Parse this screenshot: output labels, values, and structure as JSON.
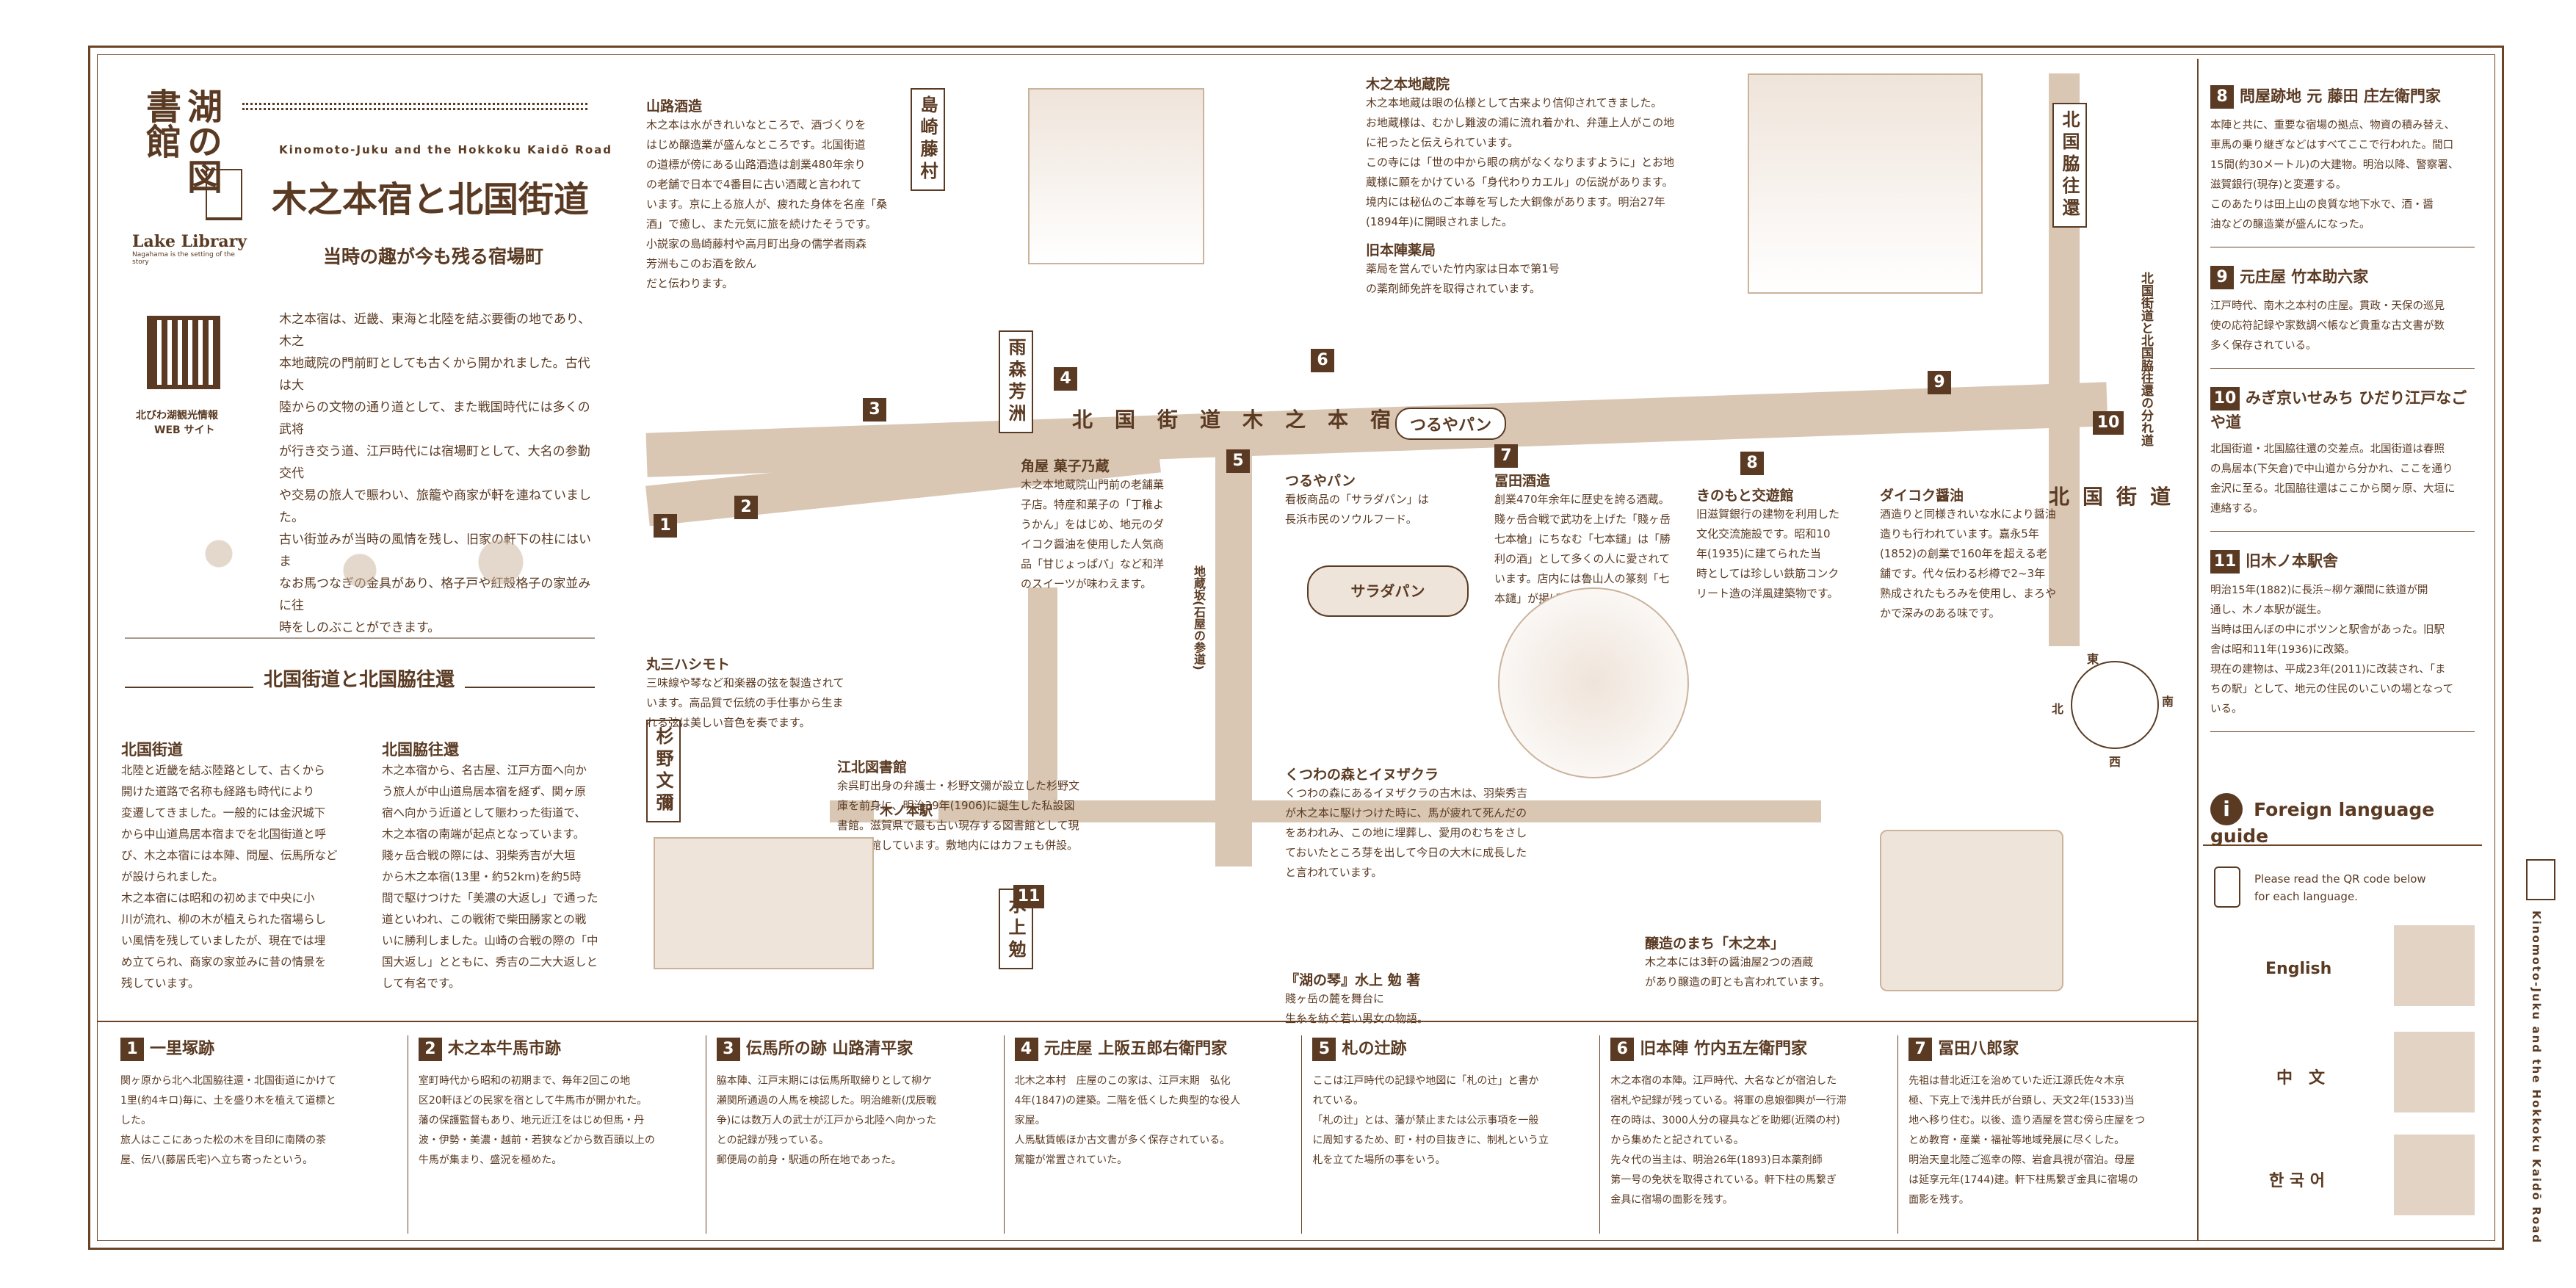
{
  "logo": {
    "name": "湖の図書館",
    "sub": "Lake Library",
    "tagline": "Nagahama is the setting of the story"
  },
  "header": {
    "en_title": "Kinomoto-Juku and the Hokkoku Kaidō Road",
    "title": "木之本宿と北国街道",
    "subtitle": "当時の趣が今も残る宿場町"
  },
  "qr": {
    "label_1": "北びわ湖観光情報",
    "label_2": "WEB サイト"
  },
  "intro": [
    "木之本宿は、近畿、東海と北陸を結ぶ要衝の地であり、木之",
    "本地蔵院の門前町としても古くから開かれました。古代は大",
    "陸からの文物の通り道として、また戦国時代には多くの武将",
    "が行き交う道、江戸時代には宿場町として、大名の参勤交代",
    "や交易の旅人で賑わい、旅籠や商家が軒を連ねていました。",
    "古い街並みが当時の風情を残し、旧家の軒下の柱にはいま",
    "なお馬つなぎの金具があり、格子戸や紅殻格子の家並みに往",
    "時をしのぶことができます。"
  ],
  "roads_section": {
    "title": "北国街道と北国脇往還",
    "hokkoku": {
      "title": "北国街道",
      "text": [
        "北陸と近畿を結ぶ陸路として、古くから",
        "開けた道路で名称も経路も時代により",
        "変遷してきました。一般的には金沢城下",
        "から中山道鳥居本宿までを北国街道と呼",
        "び、木之本宿には本陣、問屋、伝馬所など",
        "が設けられました。",
        "木之本宿には昭和の初めまで中央に小",
        "川が流れ、柳の木が植えられた宿場らし",
        "い風情を残していましたが、現在では埋",
        "め立てられ、商家の家並みに昔の情景を",
        "残しています。"
      ]
    },
    "waki": {
      "title": "北国脇往還",
      "text": [
        "木之本宿から、名古屋、江戸方面へ向か",
        "う旅人が中山道鳥居本宿を経ず、関ヶ原",
        "宿へ向かう近道として賑わった街道で、",
        "木之本宿の南端が起点となっています。",
        "賤ヶ岳合戦の際には、羽柴秀吉が大垣",
        "から木之本宿(13里・約52km)を約5時",
        "間で駆けつけた「美濃の大返し」で通った",
        "道といわれ、この戦術で柴田勝家との戦",
        "いに勝利しました。山崎の合戦の際の「中",
        "国大返し」とともに、秀吉の二大大返しと",
        "して有名です。"
      ]
    }
  },
  "map_labels": {
    "sanji": {
      "title": "山路酒造",
      "text": [
        "木之本は水がきれいなところで、酒づくりを",
        "はじめ醸造業が盛んなところです。北国街道",
        "の道標が傍にある山路酒造は創業480年余り",
        "の老舗で日本で4番目に古い酒蔵と言われて",
        "います。京に上る旅人が、疲れた身体を名産「桑",
        "酒」で癒し、また元気に旅を続けたそうです。",
        "小説家の島崎藤村や高月町出身の儒学者雨森",
        "芳洲もこのお酒を飲ん",
        "だと伝わります。"
      ]
    },
    "shimazaki": "島崎藤村",
    "amenomori": "雨森芳洲",
    "jizo": {
      "title": "木之本地蔵院",
      "text": [
        "木之本地蔵は眼の仏様として古来より信仰されてきました。",
        "お地蔵様は、むかし難波の浦に流れ着かれ、弁蓮上人がこの地",
        "に祀ったと伝えられています。",
        "この寺には「世の中から眼の病がなくなりますように」とお地",
        "蔵様に願をかけている「身代わりカエル」の伝説があります。",
        "境内には秘仏のご本尊を写した大銅像があります。明治27年",
        "(1894年)に開眼されました。"
      ]
    },
    "jinya": {
      "title": "旧本陣薬局",
      "text": [
        "薬局を営んでいた竹内家は日本で第1号",
        "の薬剤師免許を取得されています。"
      ]
    },
    "kaido": "北国街道木之本宿",
    "kadoya": {
      "title": "角屋 菓子乃蔵",
      "text": [
        "木之本地蔵院山門前の老舗菓",
        "子店。特産和菓子の「丁稚よ",
        "うかん」をはじめ、地元のダ",
        "イコク醤油を使用した人気商",
        "品「甘じょっぱパ」など和洋",
        "のスイーツが味わえます。"
      ]
    },
    "tsuruya": {
      "title": "つるやパン",
      "text": [
        "看板商品の「サラダパン」は",
        "長浜市民のソウルフード。"
      ],
      "sign": "つるやパン",
      "bread": "サラダパン"
    },
    "tomita": {
      "title": "冨田酒造",
      "text": [
        "創業470年余年に歴史を誇る酒蔵。",
        "賤ヶ岳合戦で武功を上げた「賤ヶ岳",
        "七本槍」にちなむ「七本鑓」は「勝",
        "利の酒」として多くの人に愛されて",
        "います。店内には魯山人の篆刻「七",
        "本鑓」が掲げられています。"
      ]
    },
    "kinomoto_kotsu": {
      "title": "きのもと交遊館",
      "text": [
        "旧滋賀銀行の建物を利用した",
        "文化交流施設です。昭和10",
        "年(1935)に建てられた当",
        "時としては珍しい鉄筋コンク",
        "リート造の洋風建築物です。"
      ]
    },
    "daikoku": {
      "title": "ダイコク醤油",
      "text": [
        "酒造りと同様きれいな水により醤油",
        "造りも行われています。嘉永5年",
        "(1852)の創業で160年を超える老",
        "舗です。代々伝わる杉樽で2~3年",
        "熟成されたもろみを使用し、まろや",
        "かで深みのある味です。"
      ]
    },
    "marumi": {
      "title": "丸三ハシモト",
      "text": [
        "三味線や琴など和楽器の弦を製造されて",
        "います。高品質で伝統の手仕事から生ま",
        "れる弦は美しい音色を奏でます。"
      ]
    },
    "ekoh": {
      "title": "江北図書館",
      "text": [
        "余呉町出身の弁護士・杉野文彌が設立した杉野文",
        "庫を前身に、明治39年(1906)に誕生した私設図",
        "書館。滋賀県で最も古い現存する図書館として現",
        "在も開館しています。敷地内にはカフェも併設。"
      ]
    },
    "sugino": "杉野文彌",
    "kutsuwa": {
      "title": "くつわの森とイヌザクラ",
      "text": [
        "くつわの森にあるイヌザクラの古木は、羽柴秀吉",
        "が木之本に駆けつけた時に、馬が疲れて死んだの",
        "をあわれみ、この地に埋葬し、愛用のむちをさし",
        "ておいたところ芽を出して今日の大木に成長した",
        "と言われています。"
      ]
    },
    "jizosaka": "地蔵坂(石屋の参道)",
    "minakami": "水上勉",
    "koto": {
      "title": "『湖の琴』水上 勉 著",
      "text": [
        "賤ヶ岳の麓を舞台に",
        "生糸を紡ぐ若い男女の物語。"
      ]
    },
    "jozo": {
      "title": "醸造のまち「木之本」",
      "text": [
        "木之本には3軒の醤油屋2つの酒蔵",
        "があり醸造の町とも言われています。"
      ]
    },
    "station": "木ノ本駅",
    "hokkoku_v": "北国脇往還",
    "hokkoku_v2": "北国街道",
    "junction": "北国街道と北国脇往還の分れ道",
    "compass": {
      "n": "北",
      "e": "東",
      "s": "南",
      "w": "西"
    },
    "markers": [
      "1",
      "2",
      "3",
      "4",
      "5",
      "6",
      "7",
      "8",
      "9",
      "10",
      "11"
    ]
  },
  "right": [
    {
      "num": "8",
      "title": "問屋跡地 元 藤田 庄左衛門家",
      "text": [
        "本陣と共に、重要な宿場の拠点、物資の積み替え、",
        "車馬の乗り継ぎなどはすべてここで行われた。間口",
        "15間(約30メートル)の大建物。明治以降、警察署、",
        "滋賀銀行(現存)と変遷する。",
        "このあたりは田上山の良質な地下水で、酒・醤",
        "油などの醸造業が盛んになった。"
      ]
    },
    {
      "num": "9",
      "title": "元庄屋 竹本助六家",
      "text": [
        "江戸時代、南木之本村の庄屋。貫政・天保の巡見",
        "使の応符記録や家数調べ帳など貴重な古文書が数",
        "多く保存されている。"
      ]
    },
    {
      "num": "10",
      "title": "みぎ京いせみち ひだり江戸なごや道",
      "text": [
        "北国街道・北国脇往還の交差点。北国街道は春照",
        "の鳥居本(下矢倉)で中山道から分かれ、ここを通り",
        "金沢に至る。北国脇往還はここから関ヶ原、大垣に",
        "連絡する。"
      ]
    },
    {
      "num": "11",
      "title": "旧木ノ本駅舎",
      "text": [
        "明治15年(1882)に長浜~柳ケ瀬間に鉄道が開",
        "通し、木ノ本駅が誕生。",
        "当時は田んぼの中にポツンと駅舎があった。旧駅",
        "舎は昭和11年(1936)に改築。",
        "現在の建物は、平成23年(2011)に改装され、「ま",
        "ちの駅」として、地元の住民のいこいの場となって",
        "いる。"
      ]
    }
  ],
  "foreign": {
    "title": "Foreign language guide",
    "note_1": "Please read the QR code below",
    "note_2": "for each language.",
    "langs": [
      "English",
      "中　文",
      "한 국 어"
    ]
  },
  "bottom": [
    {
      "num": "1",
      "title": "一里塚跡",
      "text": [
        "関ヶ原から北へ北国脇往還・北国街道にかけて",
        "1里(約4キロ)毎に、土を盛り木を植えて道標と",
        "した。",
        "旅人はここにあった松の木を目印に南隣の茶",
        "屋、伝八(藤居氏宅)へ立ち寄ったという。"
      ]
    },
    {
      "num": "2",
      "title": "木之本牛馬市跡",
      "text": [
        "室町時代から昭和の初期まで、毎年2回この地",
        "区20軒ほどの民家を宿として牛馬市が開かれた。",
        "藩の保護監督もあり、地元近江をはじめ但馬・丹",
        "波・伊勢・美濃・越前・若狭などから数百頭以上の",
        "牛馬が集まり、盛況を極めた。"
      ]
    },
    {
      "num": "3",
      "title": "伝馬所の跡 山路清平家",
      "text": [
        "脇本陣、江戸末期には伝馬所取締りとして柳ケ",
        "瀬関所通過の人馬を検認した。明治維新(戊辰戦",
        "争)には数万人の武士が江戸から北陸へ向かった",
        "との記録が残っている。",
        "郵便局の前身・駅逓の所在地であった。"
      ]
    },
    {
      "num": "4",
      "title": "元庄屋 上阪五郎右衛門家",
      "text": [
        "北木之本村　庄屋のこの家は、江戸末期　弘化",
        "4年(1847)の建築。二階を低くした典型的な役人",
        "家屋。",
        "人馬駄賃帳ほか古文書が多く保存されている。",
        "駕籠が常置されていた。"
      ]
    },
    {
      "num": "5",
      "title": "札の辻跡",
      "text": [
        "ここは江戸時代の記録や地図に「札の辻」と書か",
        "れている。",
        "「札の辻」とは、藩が禁止または公示事項を一般",
        "に周知するため、町・村の目抜きに、制札という立",
        "札を立てた場所の事をいう。"
      ]
    },
    {
      "num": "6",
      "title": "旧本陣 竹内五左衛門家",
      "text": [
        "木之本宿の本陣。江戸時代、大名などが宿泊した",
        "宿札や記録が残っている。将軍の息娘御輿が一行滞",
        "在の時は、3000人分の寝具などを助郷(近隣の村)",
        "から集めたと記されている。",
        "先々代の当主は、明治26年(1893)日本薬剤師",
        "第一号の免状を取得されている。軒下柱の馬繋ぎ",
        "金具に宿場の面影を残す。"
      ]
    },
    {
      "num": "7",
      "title": "冨田八郎家",
      "text": [
        "先祖は昔北近江を治めていた近江源氏佐々木京",
        "極、下克上で浅井氏が台頭し、天文2年(1533)当",
        "地へ移り住む。以後、造り酒屋を営む傍ら庄屋をつ",
        "とめ教育・産業・福祉等地域発展に尽くした。",
        "明治天皇北陸ご巡幸の際、岩倉具視が宿泊。母屋",
        "は延享元年(1744)建。軒下柱馬繋ぎ金具に宿場の",
        "面影を残す。"
      ]
    }
  ],
  "side_vertical": "Kinomoto-Juku and the Hokkoku Kaidō Road",
  "colors": {
    "brown": "#5a3a22",
    "road": "#d9c7b4",
    "swatch": "#e3d3c5"
  }
}
